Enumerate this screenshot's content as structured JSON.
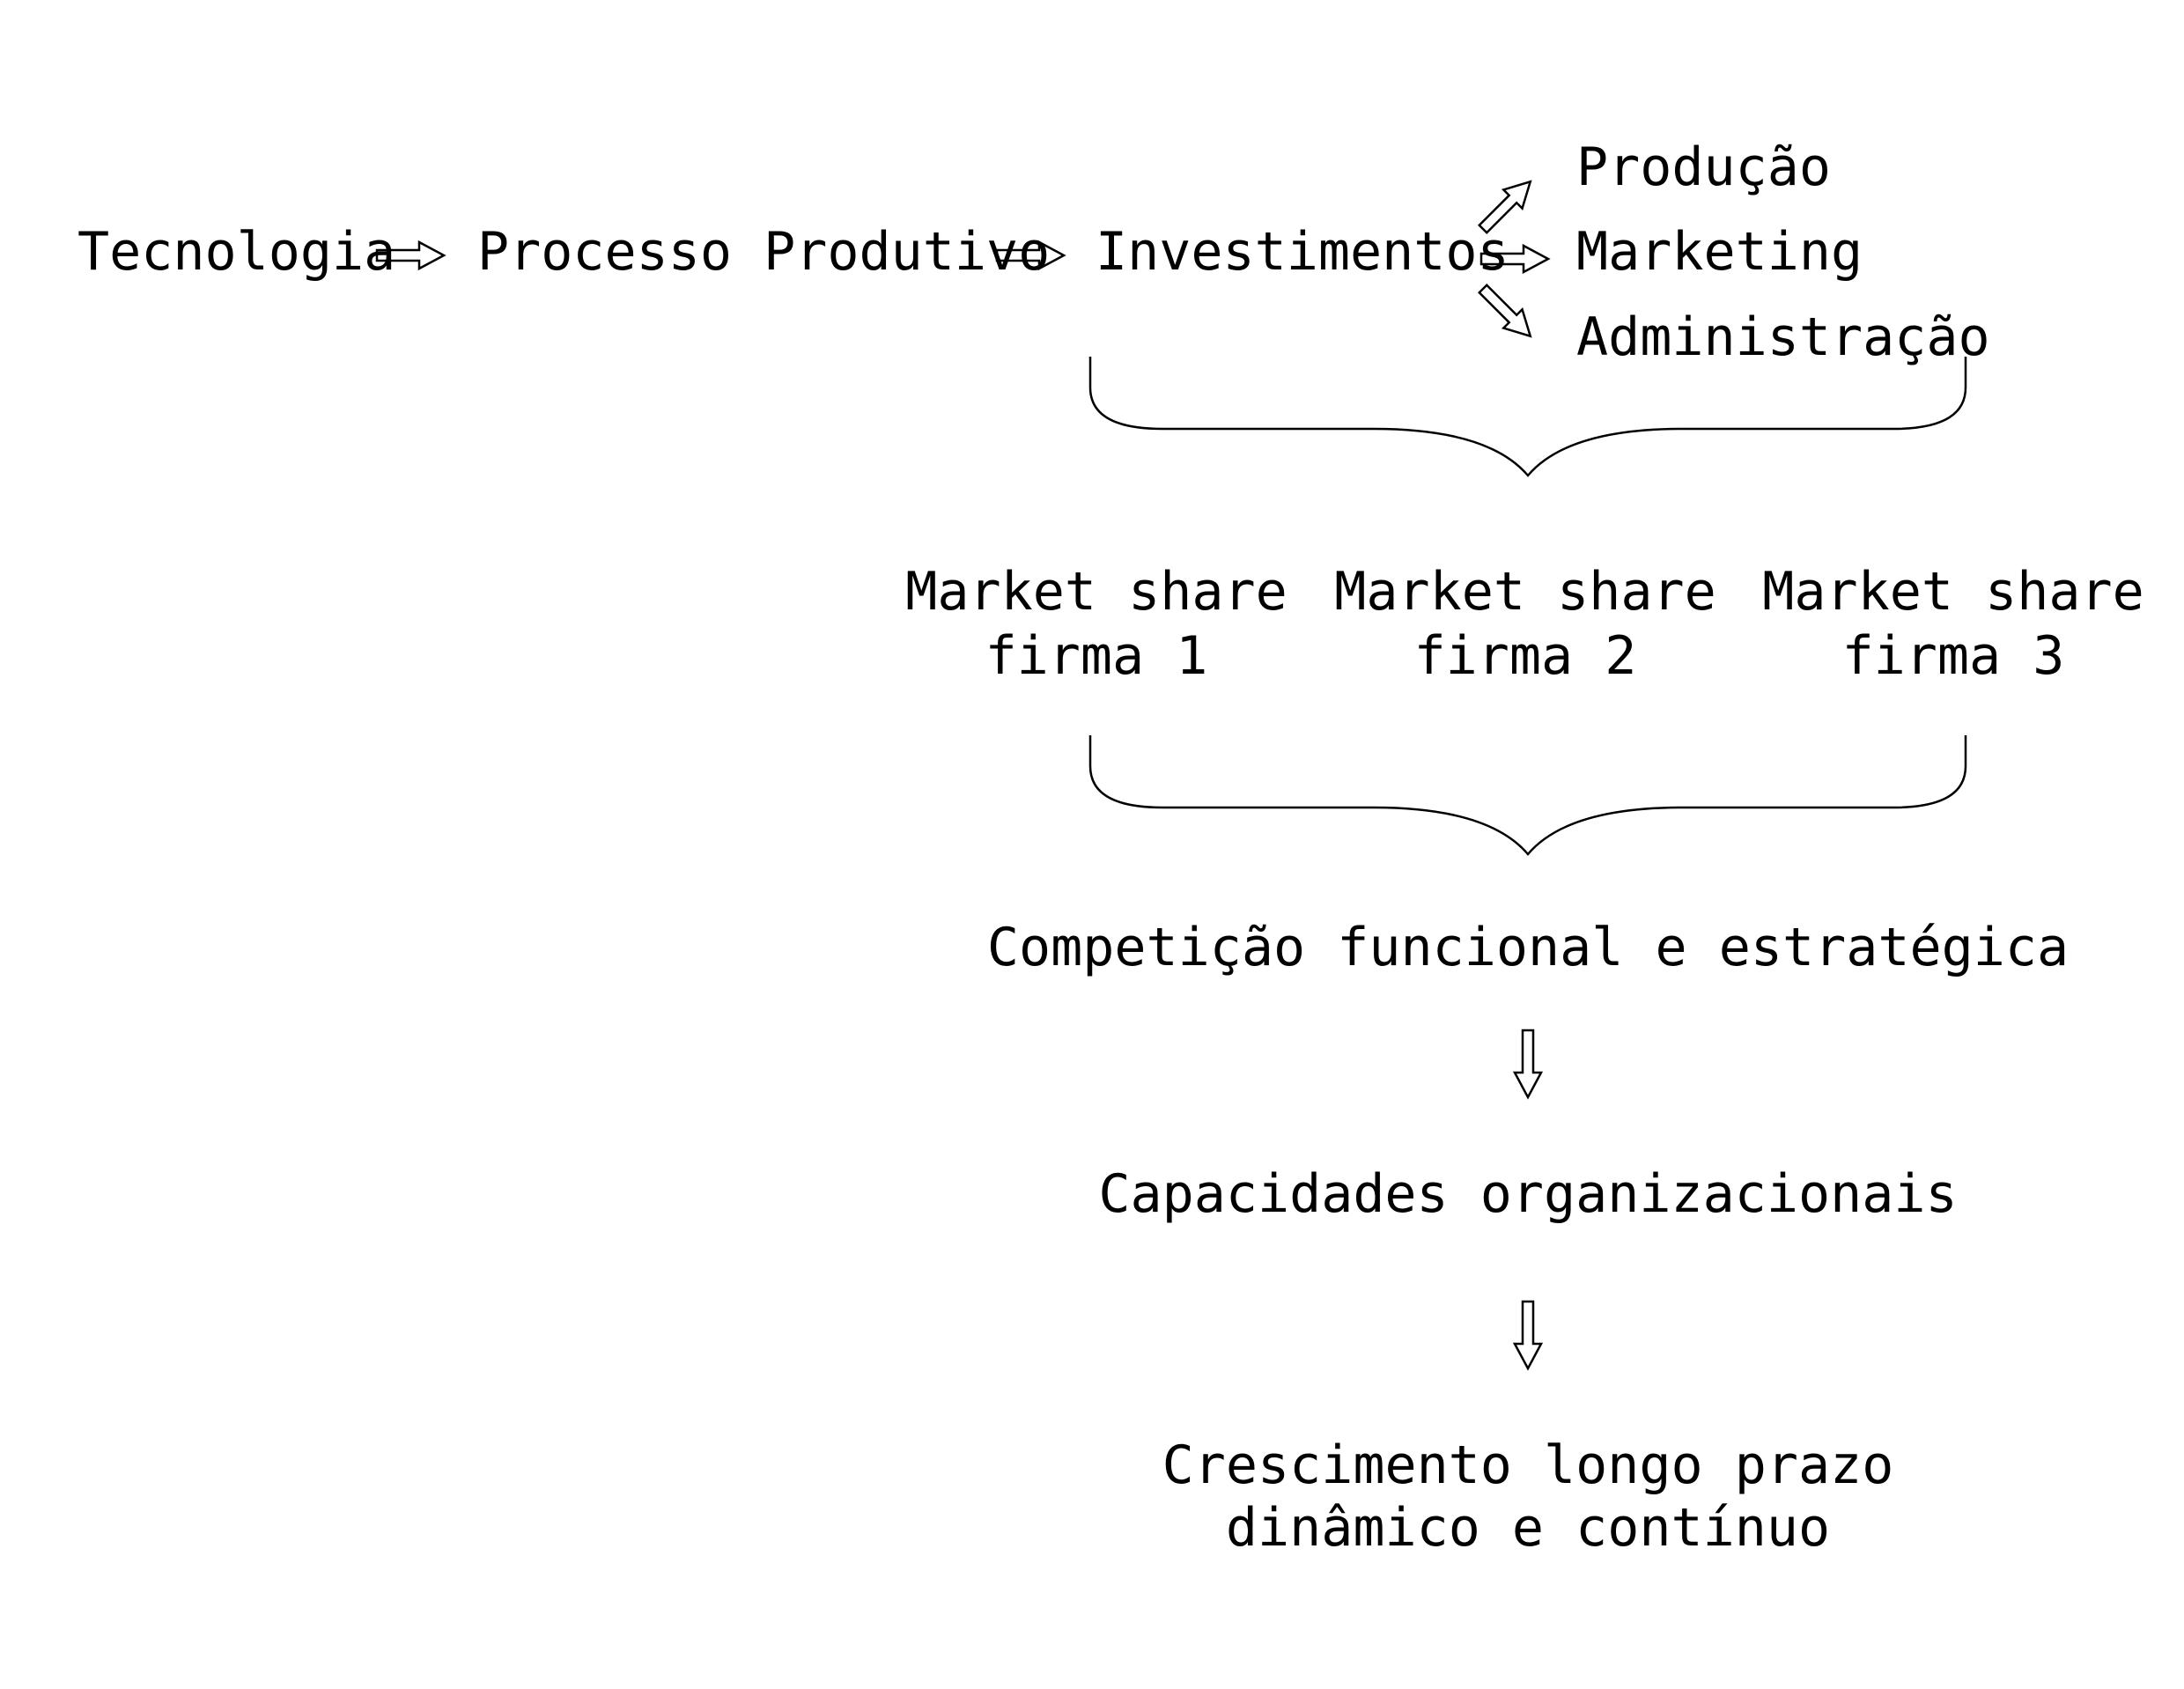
{
  "nodes": {
    "tecnologia": "Tecnologia",
    "processo": "Processo Produtivo",
    "investimentos": "Investimentos",
    "producao": "Produção",
    "marketing": "Marketing",
    "administracao": "Administração",
    "share1_line1": "Market share",
    "share1_line2": "firma 1",
    "share2_line1": "Market share",
    "share2_line2": "firma 2",
    "share3_line1": "Market share",
    "share3_line2": "firma 3",
    "competicao": "Competição funcional e estratégica",
    "capacidades": "Capacidades organizacionais",
    "crescimento_line1": "Crescimento longo prazo",
    "crescimento_line2": "dinâmico e contínuo"
  }
}
